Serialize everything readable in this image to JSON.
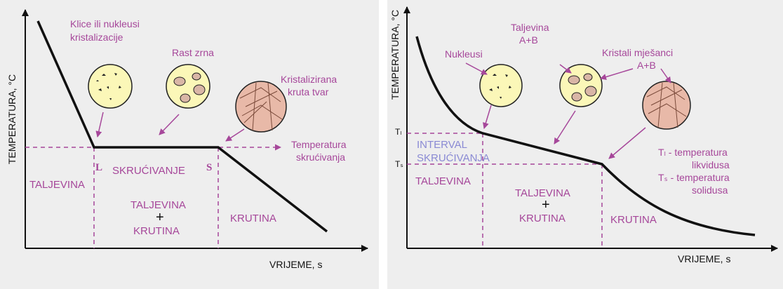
{
  "left": {
    "y_axis": "TEMPERATURA, °C",
    "x_axis": "VRIJEME, s",
    "nuclei_label": [
      "Klice ili nukleusi",
      "kristalizacije"
    ],
    "growth_label": "Rast zrna",
    "solid_label": [
      "Kristalizirana",
      "kruta tvar"
    ],
    "temp_label": [
      "Temperatura",
      "skrućivanja"
    ],
    "point_l": "L",
    "point_s": "S",
    "region_melt": "TALJEVINA",
    "region_solidifying": "SKRUĆIVANJE",
    "region_mix_top": "TALJEVINA",
    "region_mix_plus": "+",
    "region_mix_bottom": "KRUTINA",
    "region_solid": "KRUTINA"
  },
  "right": {
    "y_axis": "TEMPERATURA, °C",
    "x_axis": "VRIJEME, s",
    "tl": "Tₗ",
    "ts": "Tₛ",
    "nuclei_label": "Nukleusi",
    "melt_label": [
      "Taljevina",
      "A+B"
    ],
    "crystals_label": [
      "Kristali mješanci",
      "A+B"
    ],
    "interval_label": [
      "INTERVAL",
      "SKRUĆIVANJA"
    ],
    "legend_tl": "Tₗ - temperatura",
    "legend_tl_2": "likvidusa",
    "legend_ts": "Tₛ - temperatura",
    "legend_ts_2": "solidusa",
    "region_melt": "TALJEVINA",
    "region_mix_top": "TALJEVINA",
    "region_mix_plus": "+",
    "region_mix_bottom": "KRUTINA",
    "region_solid": "KRUTINA"
  },
  "colors": {
    "annotation": "#a6479a",
    "curve": "#111111",
    "disc_fill": "#fbf7b8",
    "crystal_fill": "#e8b9a8",
    "interval_text": "#8a8ad4"
  }
}
